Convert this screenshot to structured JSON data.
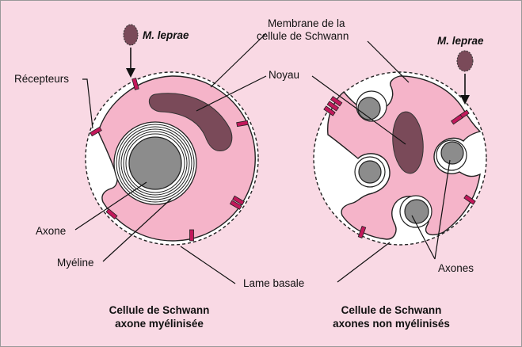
{
  "labels": {
    "pathogen_left": "M. leprae",
    "pathogen_right": "M. leprae",
    "receptors": "Récepteurs",
    "membrane_line1": "Membrane de la",
    "membrane_line2": "cellule de Schwann",
    "nucleus": "Noyau",
    "axon": "Axone",
    "myelin": "Myéline",
    "basal_lamina": "Lame basale",
    "axons": "Axones"
  },
  "captions": {
    "left_line1": "Cellule de Schwann",
    "left_line2": "axone myélinisée",
    "right_line1": "Cellule de Schwann",
    "right_line2": "axones non myélinisés"
  },
  "colors": {
    "background": "#f9d9e4",
    "cytoplasm": "#f5b4c9",
    "nucleus": "#7a4a59",
    "axon": "#8c8c8c",
    "receptor": "#c2185b",
    "bacterium": "#7a4a59"
  }
}
